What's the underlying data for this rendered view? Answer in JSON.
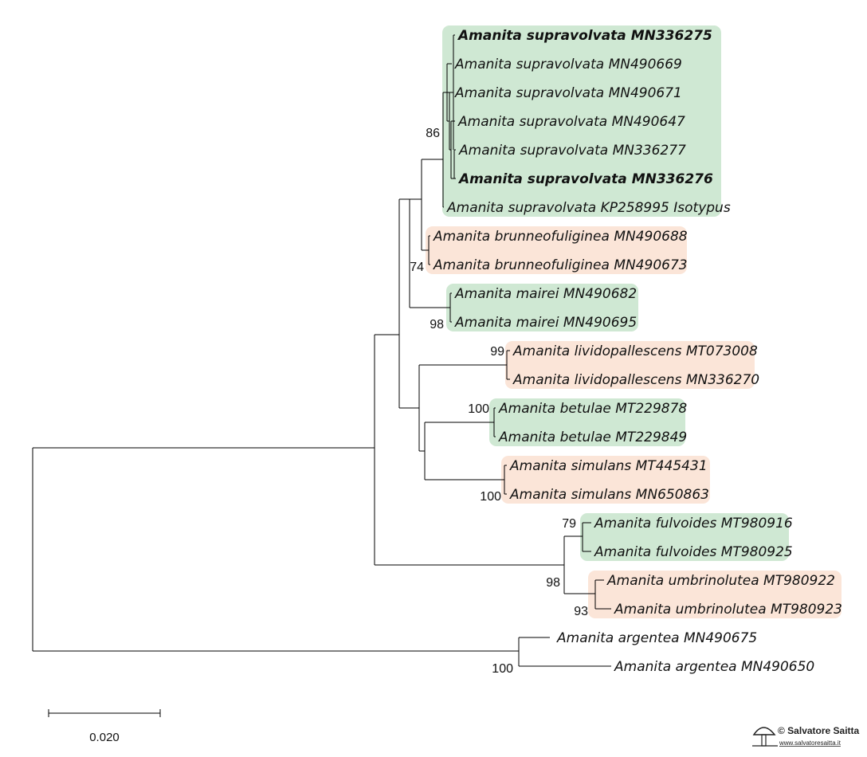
{
  "tree": {
    "taxa": [
      {
        "label": "Amanita supravolvata MN336275",
        "bold": true
      },
      {
        "label": "Amanita supravolvata MN490669",
        "bold": false
      },
      {
        "label": "Amanita supravolvata MN490671",
        "bold": false
      },
      {
        "label": "Amanita supravolvata MN490647",
        "bold": false
      },
      {
        "label": "Amanita supravolvata MN336277",
        "bold": false
      },
      {
        "label": "Amanita supravolvata MN336276",
        "bold": true
      },
      {
        "label": "Amanita supravolvata KP258995 Isotypus",
        "bold": false
      },
      {
        "label": "Amanita brunneofuliginea MN490688",
        "bold": false
      },
      {
        "label": "Amanita brunneofuliginea MN490673",
        "bold": false
      },
      {
        "label": "Amanita mairei MN490682",
        "bold": false
      },
      {
        "label": "Amanita mairei MN490695",
        "bold": false
      },
      {
        "label": "Amanita lividopallescens MT073008",
        "bold": false
      },
      {
        "label": "Amanita lividopallescens MN336270",
        "bold": false
      },
      {
        "label": "Amanita betulae MT229878",
        "bold": false
      },
      {
        "label": "Amanita betulae MT229849",
        "bold": false
      },
      {
        "label": "Amanita simulans MT445431",
        "bold": false
      },
      {
        "label": "Amanita simulans MN650863",
        "bold": false
      },
      {
        "label": "Amanita fulvoides MT980916",
        "bold": false
      },
      {
        "label": "Amanita fulvoides MT980925",
        "bold": false
      },
      {
        "label": "Amanita umbrinolutea MT980922",
        "bold": false
      },
      {
        "label": "Amanita umbrinolutea MT980923",
        "bold": false
      },
      {
        "label": "Amanita argentea MN490675",
        "bold": false
      },
      {
        "label": "Amanita argentea MN490650",
        "bold": false
      }
    ],
    "bootstrap": [
      "86",
      "74",
      "98",
      "99",
      "100",
      "100",
      "79",
      "93",
      "98",
      "100"
    ],
    "highlight_colors": {
      "green": "#cfe8d3",
      "salmon": "#fbe5d8"
    },
    "scale_bar_label": "0.020"
  },
  "watermark": {
    "line1": "© Salvatore Saitta",
    "line2": "www.salvatoresaitta.it"
  }
}
